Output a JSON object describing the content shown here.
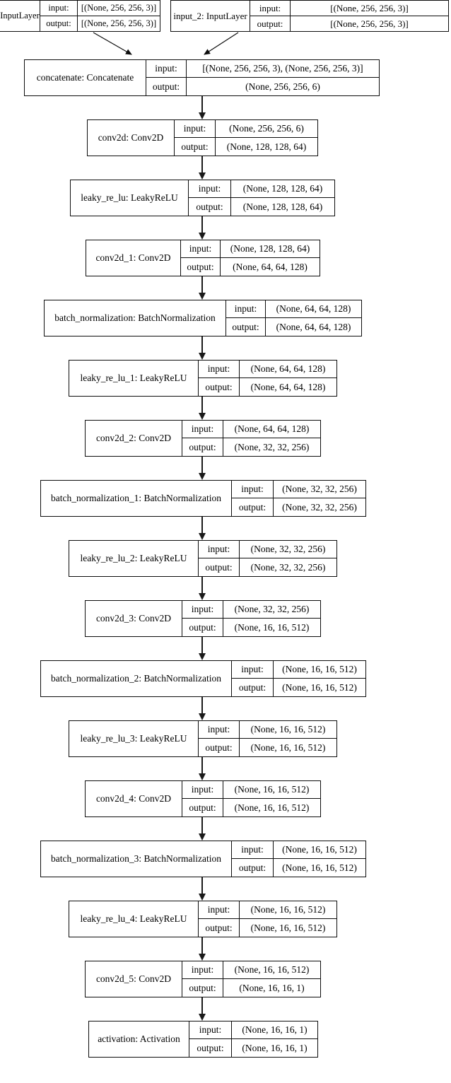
{
  "labels": {
    "input": "input:",
    "output": "output:"
  },
  "colors": {
    "background": "#ffffff",
    "line": "#000000",
    "text": "#000000"
  },
  "diagram_type": "keras-model-architecture",
  "nodes": [
    {
      "name": "InputLayer",
      "input": "[(None, 256, 256, 3)]",
      "output": "[(None, 256, 256, 3)]"
    },
    {
      "name": "input_2: InputLayer",
      "input": "[(None, 256, 256, 3)]",
      "output": "[(None, 256, 256, 3)]"
    },
    {
      "name": "concatenate: Concatenate",
      "input": "[(None, 256, 256, 3), (None, 256, 256, 3)]",
      "output": "(None, 256, 256, 6)"
    },
    {
      "name": "conv2d: Conv2D",
      "input": "(None, 256, 256, 6)",
      "output": "(None, 128, 128, 64)"
    },
    {
      "name": "leaky_re_lu: LeakyReLU",
      "input": "(None, 128, 128, 64)",
      "output": "(None, 128, 128, 64)"
    },
    {
      "name": "conv2d_1: Conv2D",
      "input": "(None, 128, 128, 64)",
      "output": "(None, 64, 64, 128)"
    },
    {
      "name": "batch_normalization: BatchNormalization",
      "input": "(None, 64, 64, 128)",
      "output": "(None, 64, 64, 128)"
    },
    {
      "name": "leaky_re_lu_1: LeakyReLU",
      "input": "(None, 64, 64, 128)",
      "output": "(None, 64, 64, 128)"
    },
    {
      "name": "conv2d_2: Conv2D",
      "input": "(None, 64, 64, 128)",
      "output": "(None, 32, 32, 256)"
    },
    {
      "name": "batch_normalization_1: BatchNormalization",
      "input": "(None, 32, 32, 256)",
      "output": "(None, 32, 32, 256)"
    },
    {
      "name": "leaky_re_lu_2: LeakyReLU",
      "input": "(None, 32, 32, 256)",
      "output": "(None, 32, 32, 256)"
    },
    {
      "name": "conv2d_3: Conv2D",
      "input": "(None, 32, 32, 256)",
      "output": "(None, 16, 16, 512)"
    },
    {
      "name": "batch_normalization_2: BatchNormalization",
      "input": "(None, 16, 16, 512)",
      "output": "(None, 16, 16, 512)"
    },
    {
      "name": "leaky_re_lu_3: LeakyReLU",
      "input": "(None, 16, 16, 512)",
      "output": "(None, 16, 16, 512)"
    },
    {
      "name": "conv2d_4: Conv2D",
      "input": "(None, 16, 16, 512)",
      "output": "(None, 16, 16, 512)"
    },
    {
      "name": "batch_normalization_3: BatchNormalization",
      "input": "(None, 16, 16, 512)",
      "output": "(None, 16, 16, 512)"
    },
    {
      "name": "leaky_re_lu_4: LeakyReLU",
      "input": "(None, 16, 16, 512)",
      "output": "(None, 16, 16, 512)"
    },
    {
      "name": "conv2d_5: Conv2D",
      "input": "(None, 16, 16, 512)",
      "output": "(None, 16, 16, 1)"
    },
    {
      "name": "activation: Activation",
      "input": "(None, 16, 16, 1)",
      "output": "(None, 16, 16, 1)"
    }
  ],
  "edges": [
    [
      0,
      2
    ],
    [
      1,
      2
    ],
    [
      2,
      3
    ],
    [
      3,
      4
    ],
    [
      4,
      5
    ],
    [
      5,
      6
    ],
    [
      6,
      7
    ],
    [
      7,
      8
    ],
    [
      8,
      9
    ],
    [
      9,
      10
    ],
    [
      10,
      11
    ],
    [
      11,
      12
    ],
    [
      12,
      13
    ],
    [
      13,
      14
    ],
    [
      14,
      15
    ],
    [
      15,
      16
    ],
    [
      16,
      17
    ],
    [
      17,
      18
    ]
  ]
}
